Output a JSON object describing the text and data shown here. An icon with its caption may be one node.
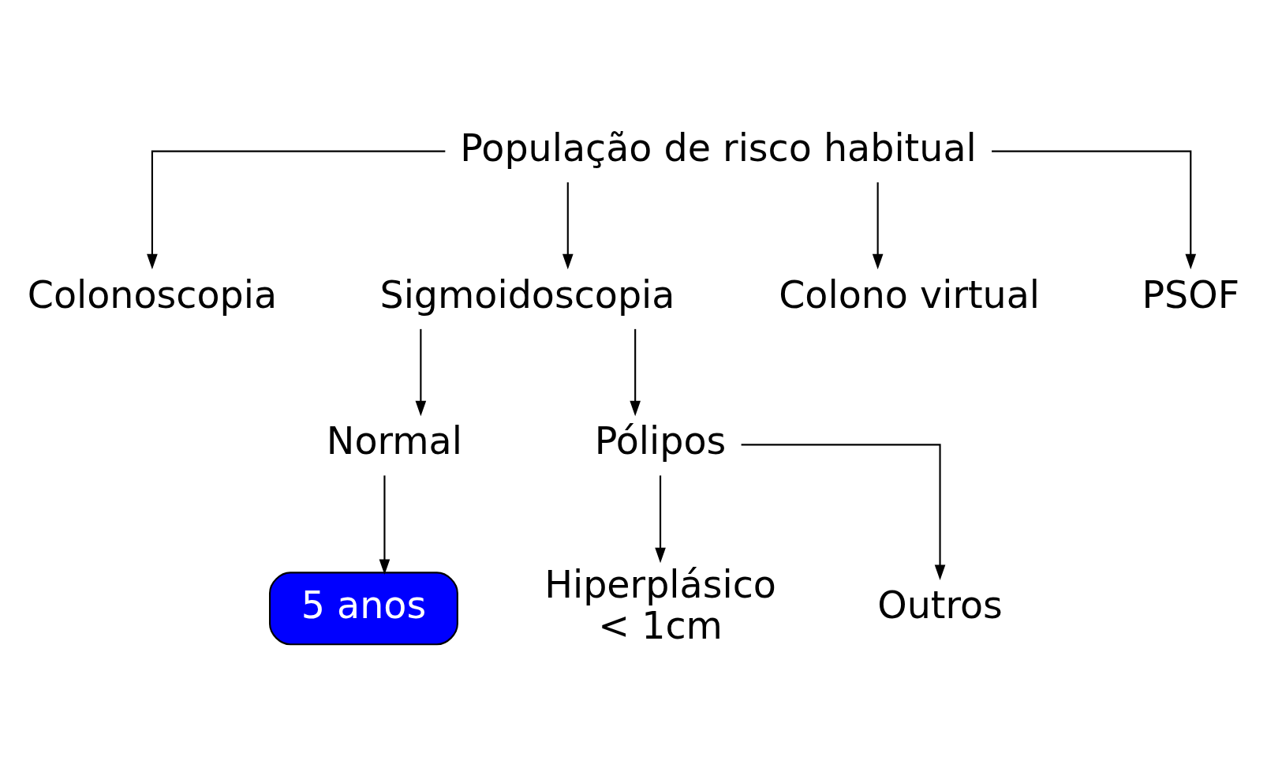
{
  "diagram": {
    "nodes": [
      {
        "text": [
          "População de risco habitual"
        ]
      },
      {
        "text": [
          "Colonoscopia"
        ]
      },
      {
        "text": [
          "Sigmoidoscopia"
        ]
      },
      {
        "text": [
          "Colono virtual"
        ]
      },
      {
        "text": [
          "PSOF"
        ]
      },
      {
        "text": [
          "Normal"
        ]
      },
      {
        "text": [
          "Pólipos"
        ]
      },
      {
        "text": [
          "5 anos"
        ]
      },
      {
        "text": [
          "Hiperplásico < 1cm"
        ]
      },
      {
        "text": [
          "Outros"
        ]
      }
    ],
    "edges": [
      {
        "from": 0,
        "to": 1,
        "arrow": "to"
      },
      {
        "from": 0,
        "to": 2,
        "arrow": "to"
      },
      {
        "from": 0,
        "to": 3,
        "arrow": "to"
      },
      {
        "from": 0,
        "to": 4,
        "arrow": "to"
      },
      {
        "from": 2,
        "to": 5,
        "arrow": "to"
      },
      {
        "from": 2,
        "to": 6,
        "arrow": "to"
      },
      {
        "from": 5,
        "to": 7,
        "arrow": "to"
      },
      {
        "from": 6,
        "to": 8,
        "arrow": "to"
      },
      {
        "from": 6,
        "to": 9,
        "arrow": "to"
      }
    ]
  }
}
